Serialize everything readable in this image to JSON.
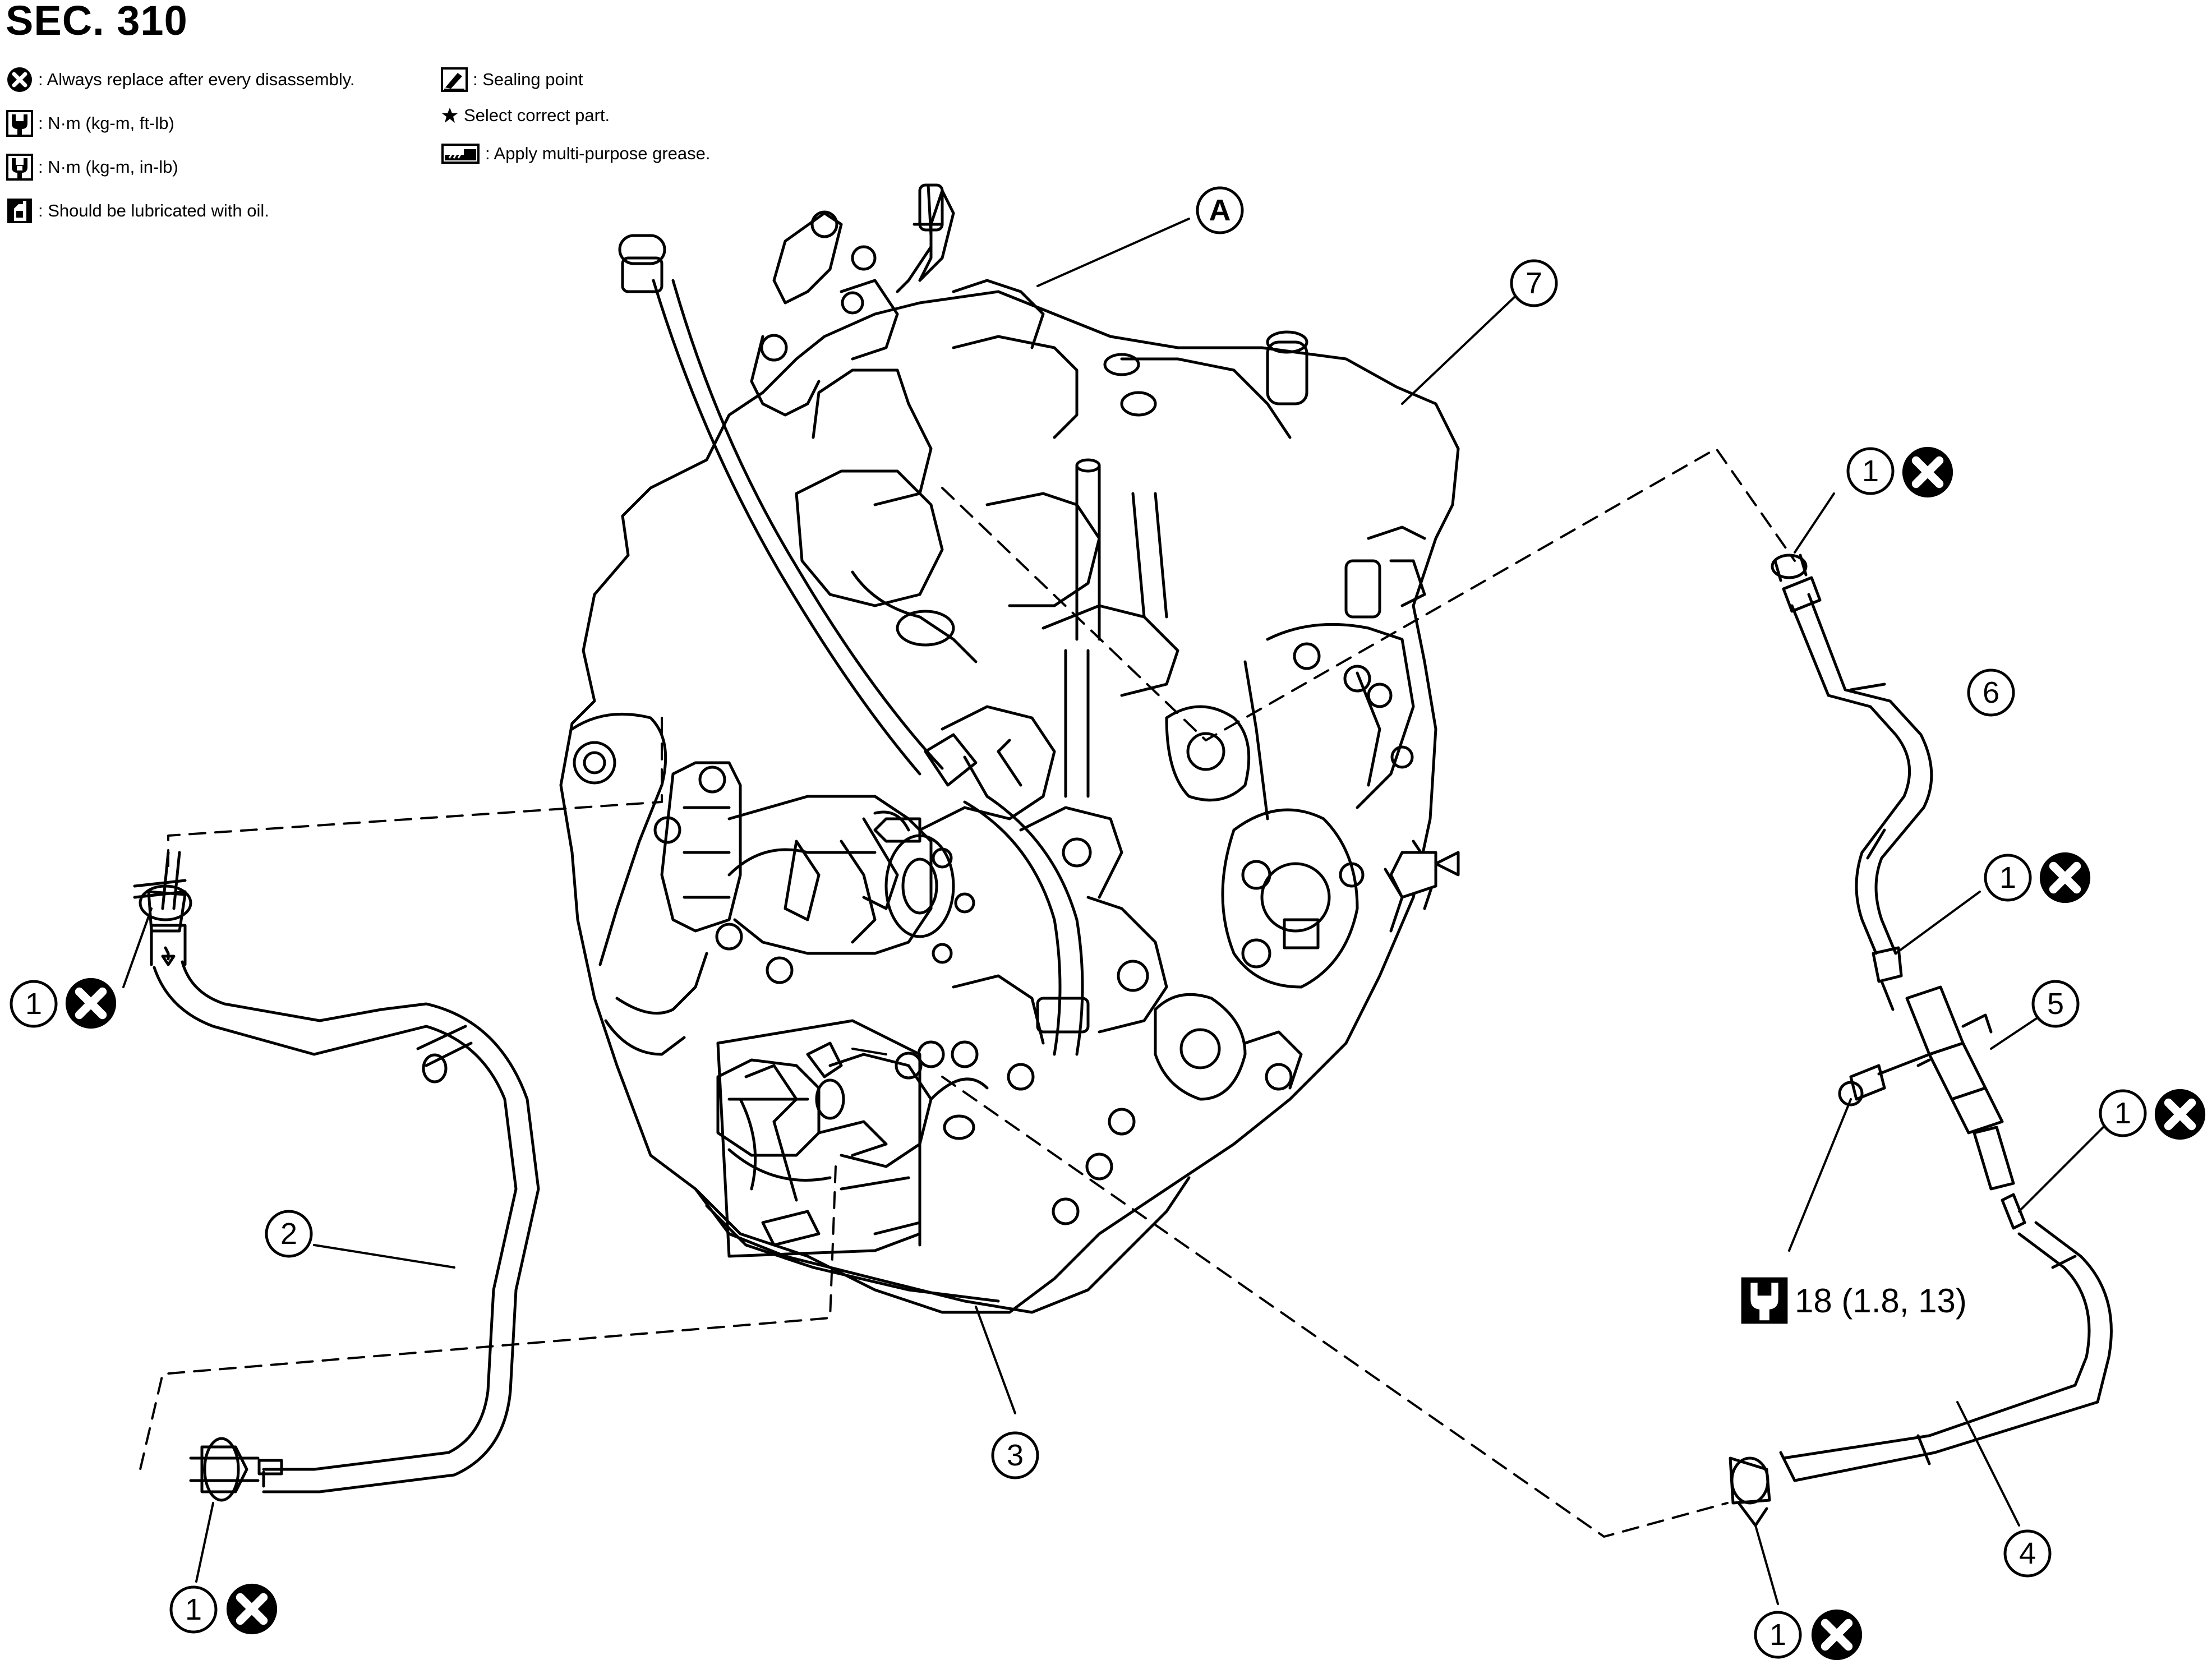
{
  "section_title": "SEC. 310",
  "legend": [
    {
      "icon": "replace-x-icon",
      "text": ": Always replace after every disassembly."
    },
    {
      "icon": "torque-wrench-icon",
      "text": ": N·m (kg-m, ft-lb)"
    },
    {
      "icon": "torque-wrench-small-icon",
      "text": ": N·m (kg-m, in-lb)"
    },
    {
      "icon": "oil-can-icon",
      "text": ": Should be lubricated with oil."
    },
    {
      "icon": "sealing-point-icon",
      "text": ": Sealing point"
    },
    {
      "icon": "star-icon",
      "text": "Select correct part."
    },
    {
      "icon": "grease-icon",
      "text": ": Apply multi-purpose grease."
    }
  ],
  "callouts": {
    "a": "A",
    "n1": "1",
    "n2": "2",
    "n3": "3",
    "n4": "4",
    "n5": "5",
    "n6": "6",
    "n7": "7"
  },
  "torque_spec": "18 (1.8, 13)"
}
